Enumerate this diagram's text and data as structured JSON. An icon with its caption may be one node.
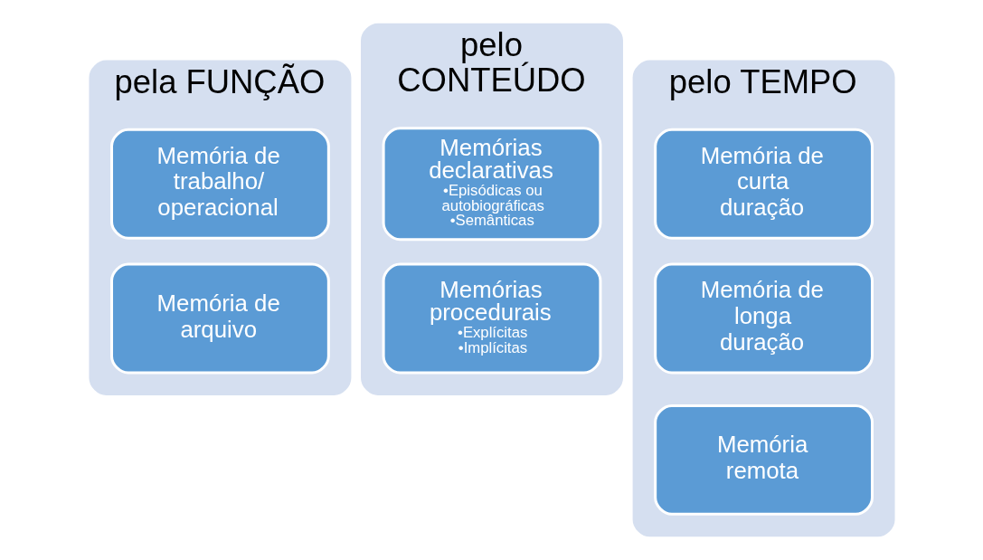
{
  "diagram": {
    "nodes": [
      {
        "text": [
          "pela FUNÇÃO"
        ]
      },
      {
        "text": [
          "Memória de trabalho/ operacional"
        ],
        "in": 0
      },
      {
        "text": [
          "Memória de arquivo"
        ],
        "in": 0
      },
      {
        "text": [
          "pelo CONTEÚDO"
        ]
      },
      {
        "text": [
          "Memórias declarativas",
          "•Episódicas ou autobiográficas",
          "•Semânticas"
        ],
        "in": 3
      },
      {
        "text": [
          "Memórias procedurais",
          "•Explícitas",
          "•Implícitas"
        ],
        "in": 3
      },
      {
        "text": [
          "pelo TEMPO"
        ]
      },
      {
        "text": [
          "Memória de curta duração"
        ],
        "in": 6
      },
      {
        "text": [
          "Memória de longa duração"
        ],
        "in": 6
      },
      {
        "text": [
          "Memória remota"
        ],
        "in": 6
      }
    ]
  }
}
